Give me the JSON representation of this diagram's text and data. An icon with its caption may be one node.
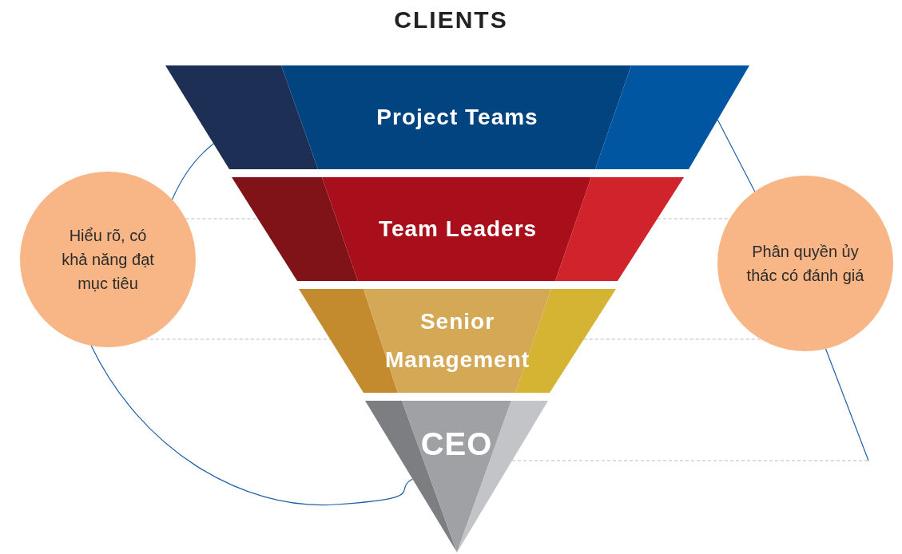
{
  "diagram": {
    "title": "CLIENTS",
    "nodes": [
      {
        "text": [
          "Project Teams"
        ]
      },
      {
        "text": [
          "Team Leaders"
        ]
      },
      {
        "text": [
          "Senior Management"
        ]
      },
      {
        "text": [
          "CEO"
        ]
      },
      {
        "text": [
          "Hiểu rõ, có khả năng đạt mục tiêu"
        ]
      },
      {
        "text": [
          "Phân quyền ủy thác có đánh giá"
        ]
      }
    ],
    "edges": [
      {
        "from": 4,
        "to": 1,
        "arrow": "none",
        "style": "dashed"
      },
      {
        "from": 4,
        "to": 2,
        "arrow": "none",
        "style": "dashed"
      },
      {
        "from": 1,
        "to": 5,
        "arrow": "none",
        "style": "dashed"
      },
      {
        "from": 2,
        "to": 5,
        "arrow": "none",
        "style": "dashed"
      },
      {
        "from": 3,
        "to": null,
        "arrow": "none",
        "style": "dashed"
      },
      {
        "from": 0,
        "to": 4,
        "arrow": "none",
        "color": "#1f5fa8"
      },
      {
        "from": 4,
        "to": 3,
        "arrow": "none",
        "color": "#1f5fa8"
      },
      {
        "from": 0,
        "to": 5,
        "arrow": "none",
        "color": "#1f5fa8"
      },
      {
        "from": 5,
        "to": null,
        "arrow": "none",
        "color": "#1f5fa8"
      }
    ]
  }
}
